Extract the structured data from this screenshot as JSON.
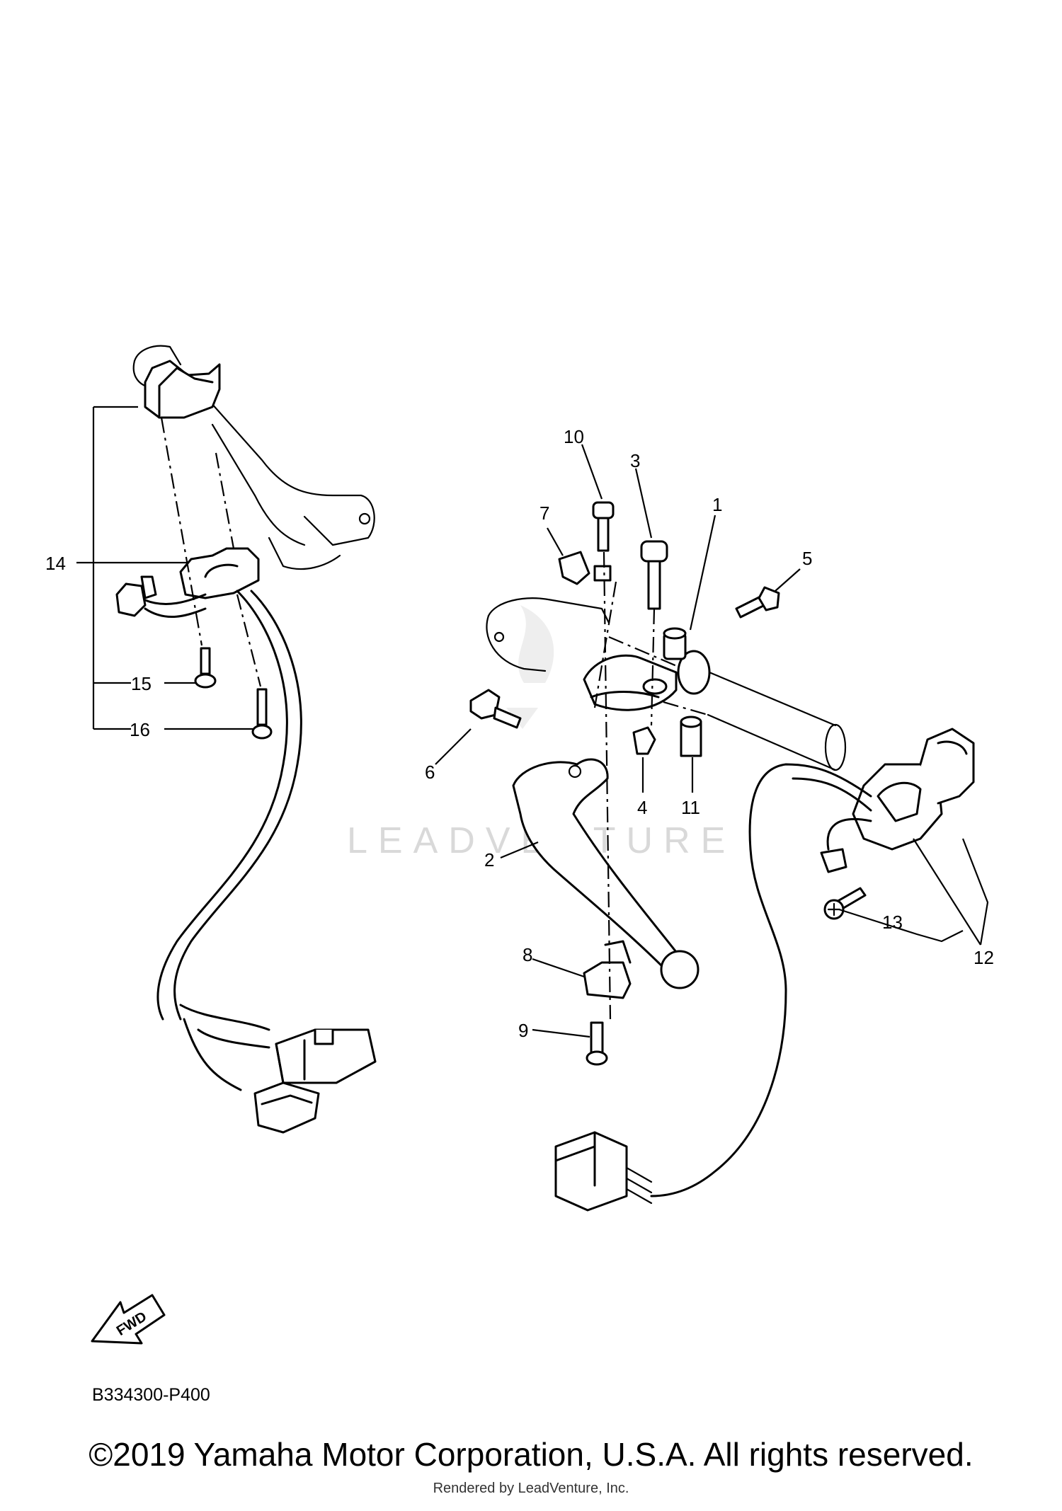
{
  "callouts": [
    "1",
    "2",
    "3",
    "4",
    "5",
    "6",
    "7",
    "8",
    "9",
    "10",
    "11",
    "12",
    "13",
    "14",
    "15",
    "16"
  ],
  "reference_code": "B334300-P400",
  "fwd_label": "FWD",
  "watermark": "LEADVENTURE",
  "copyright": "©2019 Yamaha Motor Corporation, U.S.A. All rights reserved.",
  "rendered_by": "Rendered by LeadVenture, Inc."
}
